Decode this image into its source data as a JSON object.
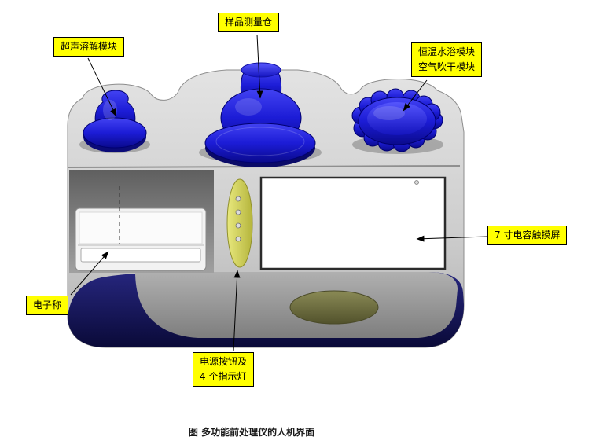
{
  "figure": {
    "caption": "图  多功能前处理仪的人机界面"
  },
  "callouts": {
    "ultrasonic_module": "超声溶解模块",
    "sample_chamber": "样品测量仓",
    "water_bath_module_line1": "恒温水浴模块",
    "water_bath_module_line2": "空气吹干模块",
    "touchscreen": "7 寸电容触摸屏",
    "electronic_scale": "电子称",
    "power_button_line1": "电源按钮及",
    "power_button_line2": "4 个指示灯"
  },
  "colors": {
    "callout_bg": "#FFFF00",
    "knob_blue": "#1B1BD2",
    "device_gray": "#C9C9C9",
    "base_navy": "#12124A",
    "power_strip_yellow": "#CFCF5A"
  }
}
